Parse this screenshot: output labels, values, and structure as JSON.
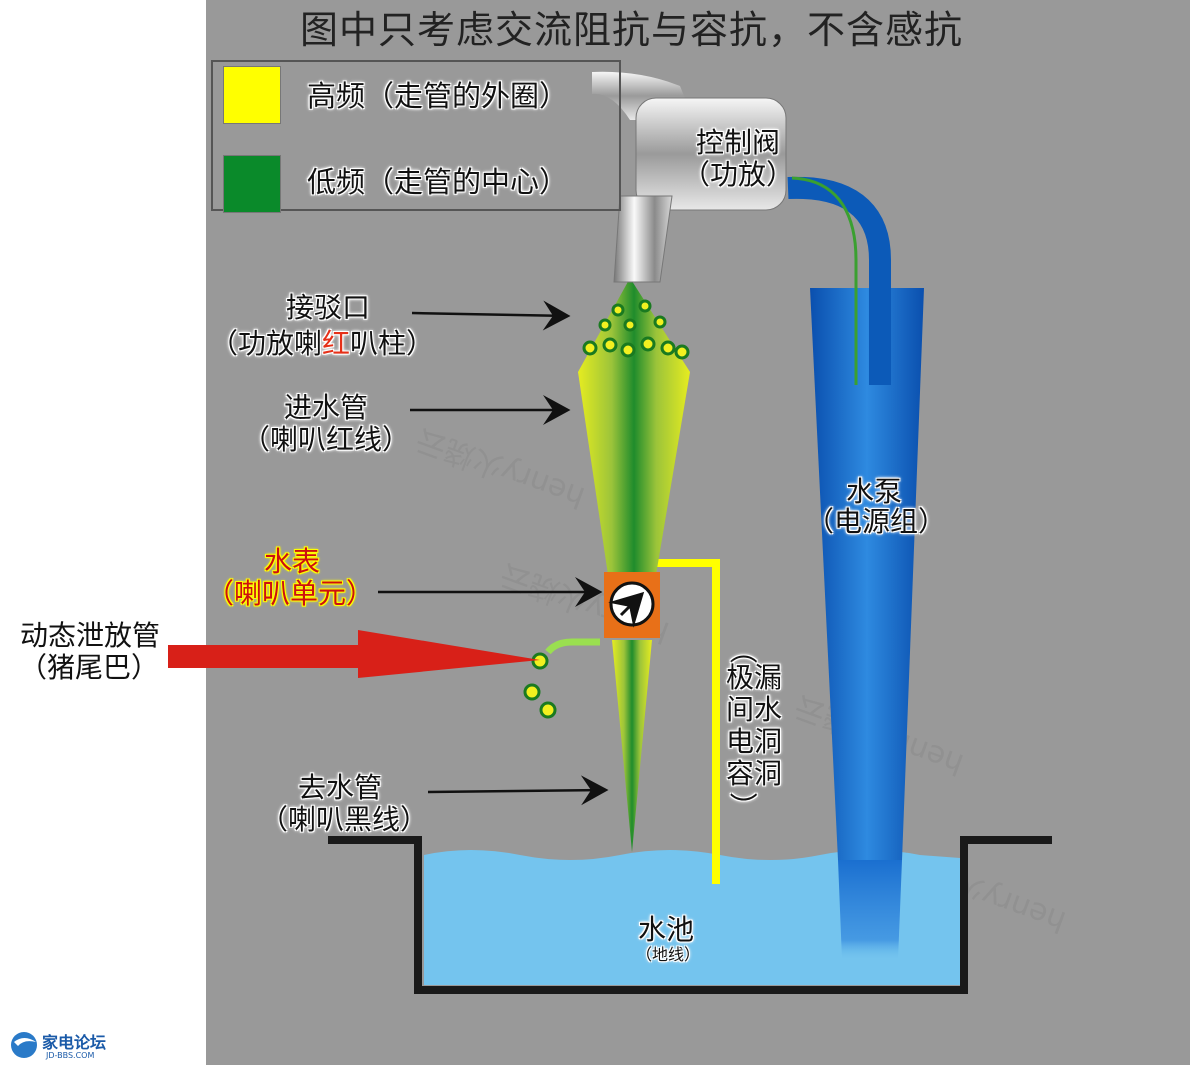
{
  "title": "图中只考虑交流阻抗与容抗，不含感抗",
  "legend": {
    "items": [
      {
        "label": "高频（走管的外圈）",
        "color": "#ffff00"
      },
      {
        "label": "低频（走管的中心）",
        "color": "#0a8a2a"
      }
    ]
  },
  "labels": {
    "valve": [
      "控制阀",
      "（功放）"
    ],
    "connector_line1": "接驳口",
    "connector_pre": "（功放喇",
    "connector_red": "红",
    "connector_post": "叭柱）",
    "inlet": [
      "进水管",
      "（喇叭红线）"
    ],
    "meter": [
      "水表",
      "（喇叭单元）"
    ],
    "bleed": [
      "动态泄放管",
      "（猪尾巴）"
    ],
    "leak": [
      "（",
      "极漏",
      "间水",
      "电洞",
      "容洞",
      "）"
    ],
    "outlet": [
      "去水管",
      "（喇叭黑线）"
    ],
    "pump": [
      "水泵",
      "（电源组）"
    ],
    "pool": "水池",
    "pool_sub": "（地线）"
  },
  "watermark": "henry火烧云",
  "logo": {
    "name": "家电论坛",
    "url": "JD-BBS.COM"
  },
  "colors": {
    "background": "#999999",
    "water": "#6ec0ec",
    "pump": "#1a6fd0",
    "arrow": "#e02018",
    "meter": "#e87018",
    "leak_wire": "#ffff00"
  }
}
